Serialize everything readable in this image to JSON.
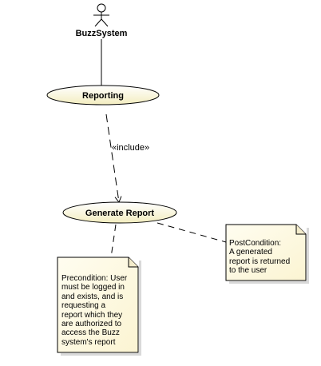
{
  "actor": {
    "name": "BuzzSystem"
  },
  "use_cases": [
    {
      "id": "reporting",
      "label": "Reporting"
    },
    {
      "id": "generate_report",
      "label": "Generate Report"
    }
  ],
  "relationships": {
    "include_label": "«include»"
  },
  "notes": {
    "precondition": {
      "lines": [
        "Precondition: User",
        "must be logged in",
        "and exists, and is",
        "requesting a",
        "report which they",
        "are authorized to",
        "access the Buzz",
        "system's report"
      ]
    },
    "postcondition": {
      "lines": [
        "PostCondition:",
        "A generated",
        "report is returned",
        "to the user"
      ]
    }
  },
  "colors": {
    "use_case_fill_top": "#ffffff",
    "use_case_fill_bottom": "#f4efc2",
    "note_fill": "#fffbe3",
    "note_fold": "#f3eccb",
    "stroke": "#000000"
  }
}
